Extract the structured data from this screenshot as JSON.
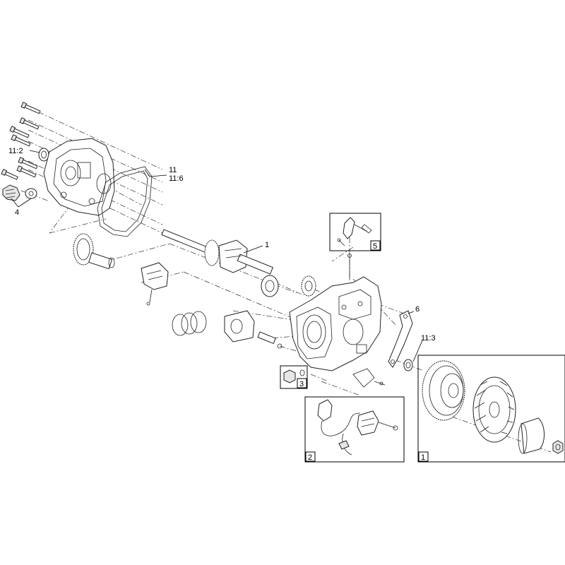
{
  "callouts": {
    "c11_2": "11:2",
    "c11": "11",
    "c11_6": "11:6",
    "c4": "4",
    "c1": "1",
    "c6": "6",
    "c11_3": "11:3"
  },
  "boxes": {
    "box5": "5",
    "box3": "3",
    "box2": "2",
    "box1": "1"
  }
}
